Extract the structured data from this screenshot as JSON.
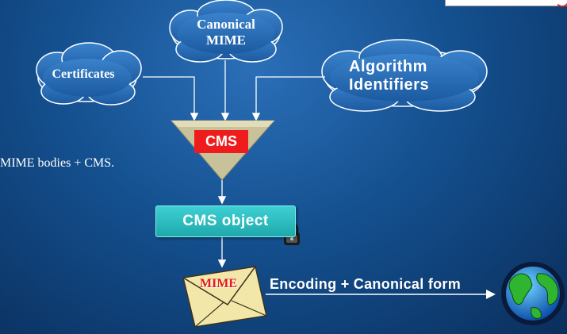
{
  "clouds": {
    "certificates": "Certificates",
    "canonical_line1": "Canonical",
    "canonical_line2": "MIME",
    "algorithm_line1": "Algorithm",
    "algorithm_line2": "Identifiers"
  },
  "funnel_label": "CMS",
  "side_text": "MIME bodies + CMS.",
  "cms_object_label": "CMS object",
  "envelope_label": "MIME",
  "encoding_label": "Encoding + Canonical form",
  "colors": {
    "background": "#14508f",
    "funnel": "#c8c29a",
    "cms_red": "#ee1c1c",
    "cms_object": "#2bbcc0",
    "envelope": "#f2e7a8"
  },
  "icons": {
    "lock": "lock-icon",
    "envelope": "envelope-icon",
    "globe": "globe-icon"
  }
}
